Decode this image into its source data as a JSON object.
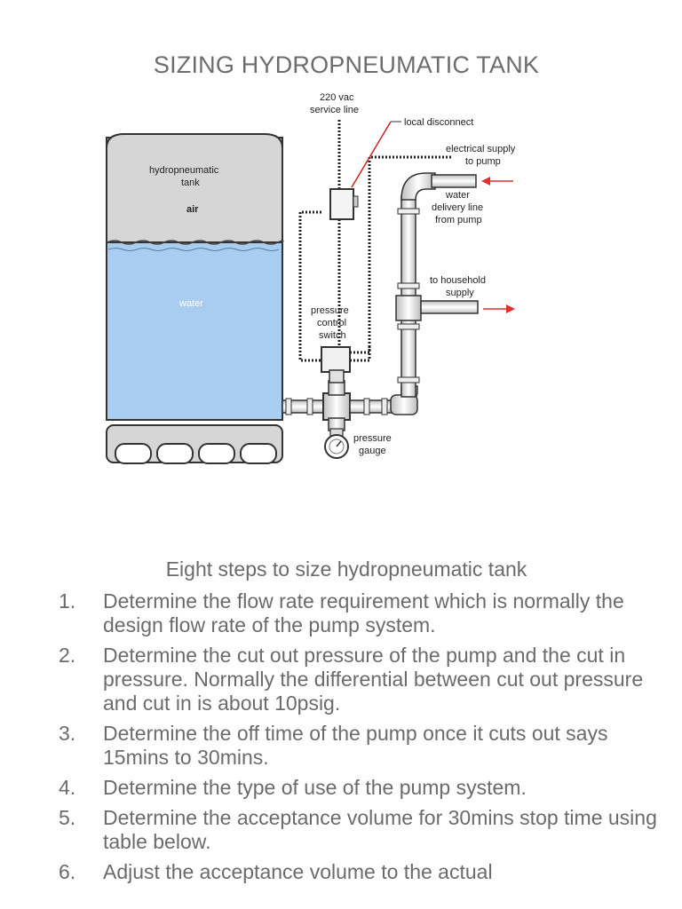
{
  "title": "SIZING HYDROPNEUMATIC TANK",
  "diagram": {
    "labels": {
      "service_line_1": "220 vac",
      "service_line_2": "service line",
      "local_disconnect": "local disconnect",
      "electrical_supply_1": "electrical supply",
      "electrical_supply_2": "to pump",
      "tank_1": "hydropneumatic",
      "tank_2": "tank",
      "air": "air",
      "water": "water",
      "delivery_1": "water",
      "delivery_2": "delivery line",
      "delivery_3": "from pump",
      "household_1": "to household",
      "household_2": "supply",
      "switch_1": "pressure",
      "switch_2": "control",
      "switch_3": "switch",
      "gauge_1": "pressure",
      "gauge_2": "gauge"
    },
    "colors": {
      "water": "#a8cdf0",
      "air": "#d6d6d6",
      "arrow": "#e03030"
    }
  },
  "subtitle": "Eight steps to size hydropneumatic tank",
  "steps": [
    {
      "num": "1.",
      "text": "Determine the flow rate requirement which is normally the design  flow rate of the pump system."
    },
    {
      "num": "2.",
      "text": "Determine the cut out pressure of the pump and the cut in pressure. Normally the differential between cut out pressure and cut in is about 10psig."
    },
    {
      "num": "3.",
      "text": "Determine the off time of the pump once it cuts out says 15mins to 30mins."
    },
    {
      "num": "4.",
      "text": "Determine the type of use of the pump system."
    },
    {
      "num": "5.",
      "text": "Determine the acceptance volume for 30mins stop time using table below."
    },
    {
      "num": "6.",
      "text": "Adjust the acceptance volume to the actual"
    }
  ]
}
